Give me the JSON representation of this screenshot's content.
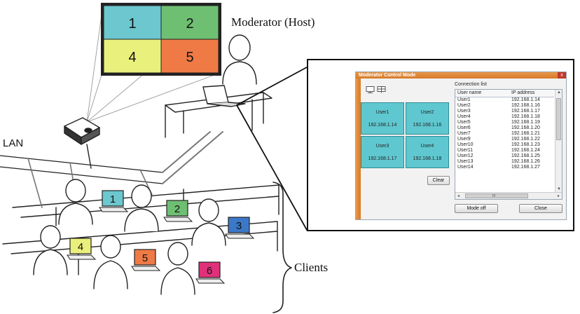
{
  "labels": {
    "moderator": "Moderator (Host)",
    "lan": "LAN",
    "clients": "Clients"
  },
  "screen_tiles": [
    {
      "number": "1",
      "color": "#6cc7cf"
    },
    {
      "number": "2",
      "color": "#6fbf73"
    },
    {
      "number": "4",
      "color": "#eaf07c"
    },
    {
      "number": "5",
      "color": "#ef7a45"
    }
  ],
  "client_laptops": [
    {
      "number": "1",
      "color": "#6cc7cf"
    },
    {
      "number": "2",
      "color": "#6fbf73"
    },
    {
      "number": "3",
      "color": "#3b78c8"
    },
    {
      "number": "4",
      "color": "#eaf07c"
    },
    {
      "number": "5",
      "color": "#ef7a45"
    },
    {
      "number": "6",
      "color": "#e0307a"
    }
  ],
  "dialog": {
    "title": "Moderator Control Mode",
    "close_glyph": "x",
    "connection_list_label": "Connection list",
    "columns": [
      "User name",
      "IP address"
    ],
    "grid_cells": [
      {
        "user": "User1",
        "ip": "192.168.1.14"
      },
      {
        "user": "User2",
        "ip": "192.168.1.16"
      },
      {
        "user": "User3",
        "ip": "192.168.1.17"
      },
      {
        "user": "User4",
        "ip": "192.168.1.18"
      }
    ],
    "rows": [
      {
        "user": "User1",
        "ip": "192.168.1.14"
      },
      {
        "user": "User2",
        "ip": "192.168.1.16"
      },
      {
        "user": "User3",
        "ip": "192.168.1.17"
      },
      {
        "user": "User4",
        "ip": "192.168.1.18"
      },
      {
        "user": "User5",
        "ip": "192.168.1.19"
      },
      {
        "user": "User6",
        "ip": "192.168.1.20"
      },
      {
        "user": "User7",
        "ip": "192.168.1.21"
      },
      {
        "user": "User9",
        "ip": "192.168.1.22"
      },
      {
        "user": "User10",
        "ip": "192.168.1.23"
      },
      {
        "user": "User11",
        "ip": "192.168.1.24"
      },
      {
        "user": "User12",
        "ip": "192.168.1.25"
      },
      {
        "user": "User13",
        "ip": "192.168.1.26"
      },
      {
        "user": "User14",
        "ip": "192.168.1.27"
      }
    ],
    "buttons": {
      "clear": "Clear",
      "mode_off": "Mode off",
      "close": "Close"
    },
    "scroll_arrows": {
      "up": "▲",
      "down": "▼",
      "left": "◂",
      "right": "▸",
      "grip": "III"
    }
  }
}
